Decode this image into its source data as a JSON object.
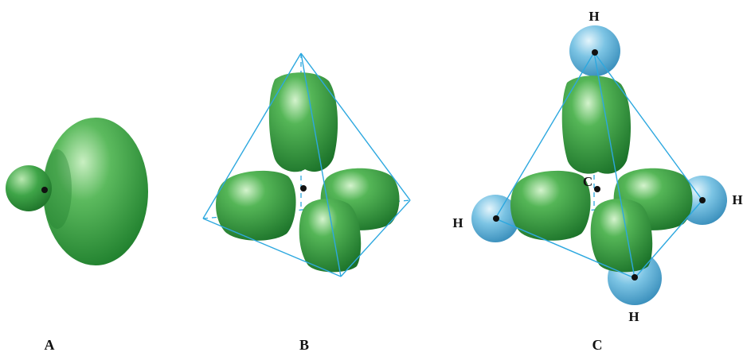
{
  "panels": [
    {
      "label": "A"
    },
    {
      "label": "B"
    },
    {
      "label": "C"
    }
  ],
  "atoms": {
    "center": "C",
    "top": "H",
    "left": "H",
    "right": "H",
    "bottom": "H"
  },
  "colors": {
    "orbital": "#2e9b3a",
    "orbital_dark": "#1c7a2a",
    "orbital_light": "#bfe8b8",
    "hydrogen": "#5cb2da",
    "hydrogen_light": "#d4eef9",
    "edge": "#2da8df",
    "nucleus": "#111111"
  }
}
